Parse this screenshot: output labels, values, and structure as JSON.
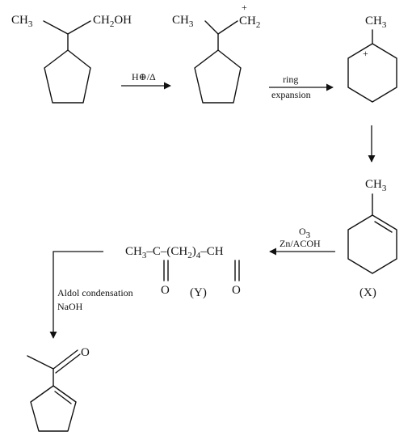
{
  "structures": {
    "start": {
      "left_group": "CH3",
      "right_group": "CH2OH"
    },
    "carbocation": {
      "left_group": "CH3",
      "right_group": "CH2",
      "charge": "+"
    },
    "expanded_cation": {
      "methyl": "CH3",
      "charge": "+"
    },
    "alkene_x": {
      "methyl": "CH3",
      "label": "(X)"
    },
    "ketoaldehyde_y": {
      "formula": "CH3–C–(CH2)4–CH",
      "left_oxygen": "O",
      "right_oxygen": "O",
      "label": "(Y)"
    },
    "product": {
      "oxygen": "O"
    }
  },
  "reagents": {
    "step1": "H⊕/Δ",
    "step2_top": "ring",
    "step2_bottom": "expansion",
    "step4_top": "O3",
    "step4_bottom": "Zn/ACOH",
    "step5_top": "Aldol condensation",
    "step5_bottom": "NaOH"
  }
}
